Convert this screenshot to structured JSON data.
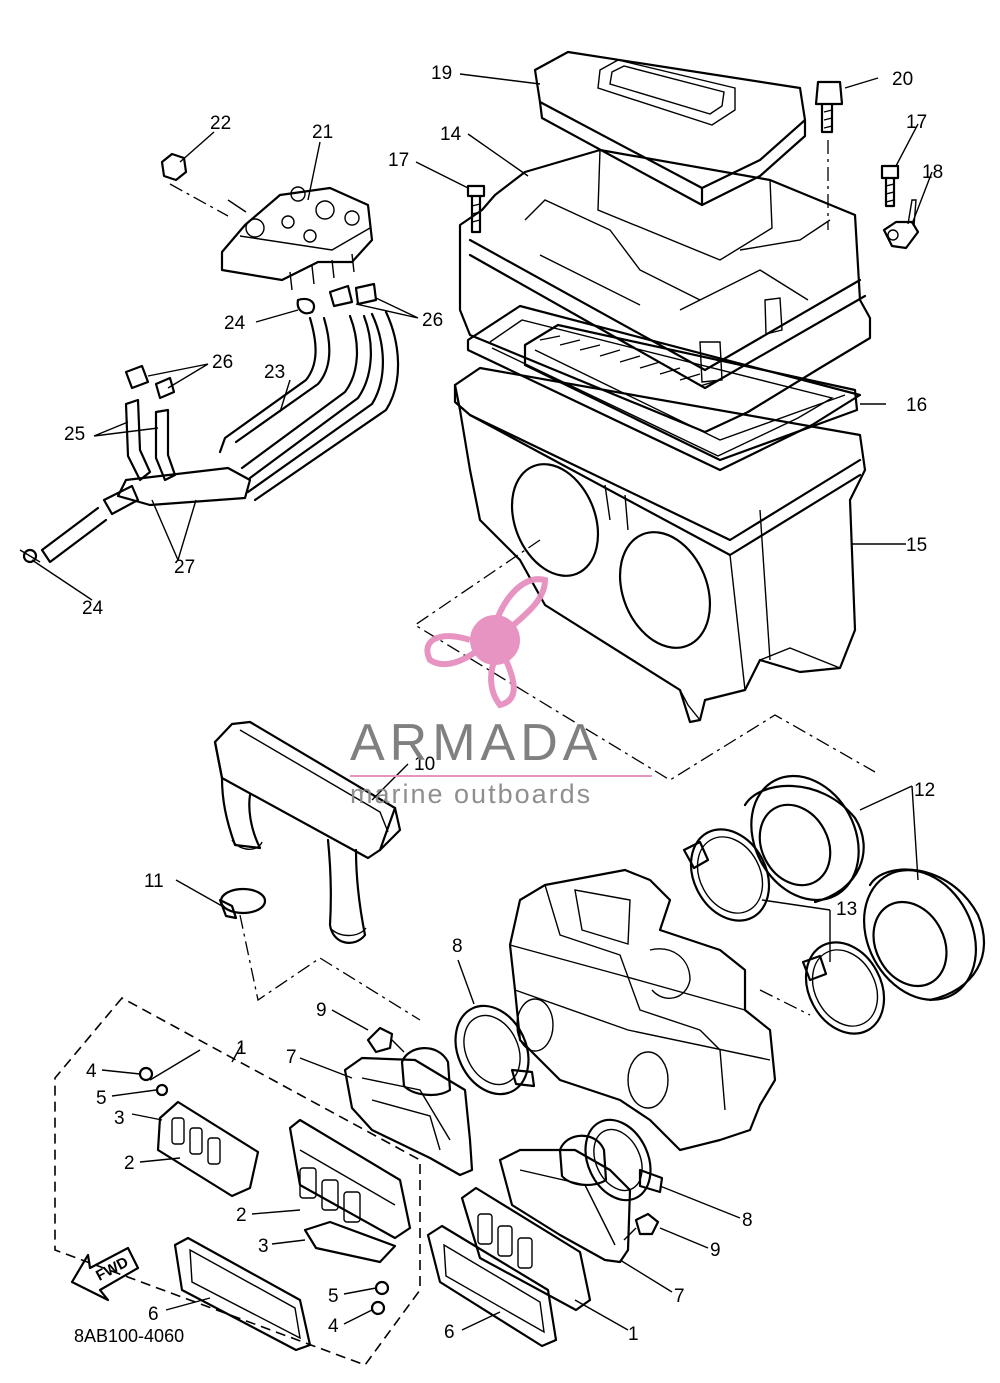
{
  "diagram": {
    "callouts": [
      {
        "id": "c1a",
        "text": "1"
      },
      {
        "id": "c1b",
        "text": "1"
      },
      {
        "id": "c2a",
        "text": "2"
      },
      {
        "id": "c2b",
        "text": "2"
      },
      {
        "id": "c3a",
        "text": "3"
      },
      {
        "id": "c3b",
        "text": "3"
      },
      {
        "id": "c4a",
        "text": "4"
      },
      {
        "id": "c4b",
        "text": "4"
      },
      {
        "id": "c5a",
        "text": "5"
      },
      {
        "id": "c5b",
        "text": "5"
      },
      {
        "id": "c6a",
        "text": "6"
      },
      {
        "id": "c6b",
        "text": "6"
      },
      {
        "id": "c7a",
        "text": "7"
      },
      {
        "id": "c7b",
        "text": "7"
      },
      {
        "id": "c8a",
        "text": "8"
      },
      {
        "id": "c8b",
        "text": "8"
      },
      {
        "id": "c9a",
        "text": "9"
      },
      {
        "id": "c9b",
        "text": "9"
      },
      {
        "id": "c10",
        "text": "10"
      },
      {
        "id": "c11",
        "text": "11"
      },
      {
        "id": "c12",
        "text": "12"
      },
      {
        "id": "c13",
        "text": "13"
      },
      {
        "id": "c14",
        "text": "14"
      },
      {
        "id": "c15",
        "text": "15"
      },
      {
        "id": "c16",
        "text": "16"
      },
      {
        "id": "c17a",
        "text": "17"
      },
      {
        "id": "c17b",
        "text": "17"
      },
      {
        "id": "c18",
        "text": "18"
      },
      {
        "id": "c19",
        "text": "19"
      },
      {
        "id": "c20",
        "text": "20"
      },
      {
        "id": "c21",
        "text": "21"
      },
      {
        "id": "c22",
        "text": "22"
      },
      {
        "id": "c23",
        "text": "23"
      },
      {
        "id": "c24a",
        "text": "24"
      },
      {
        "id": "c24b",
        "text": "24"
      },
      {
        "id": "c25",
        "text": "25"
      },
      {
        "id": "c26a",
        "text": "26"
      },
      {
        "id": "c26b",
        "text": "26"
      },
      {
        "id": "c27",
        "text": "27"
      }
    ],
    "diagram_code": "8AB100-4060",
    "fwd_label": "FWD"
  },
  "watermark": {
    "brand": "ARMADA",
    "tagline": "marine outboards",
    "logo_icon": "propeller-logo-icon",
    "color": "#e68fc0"
  }
}
